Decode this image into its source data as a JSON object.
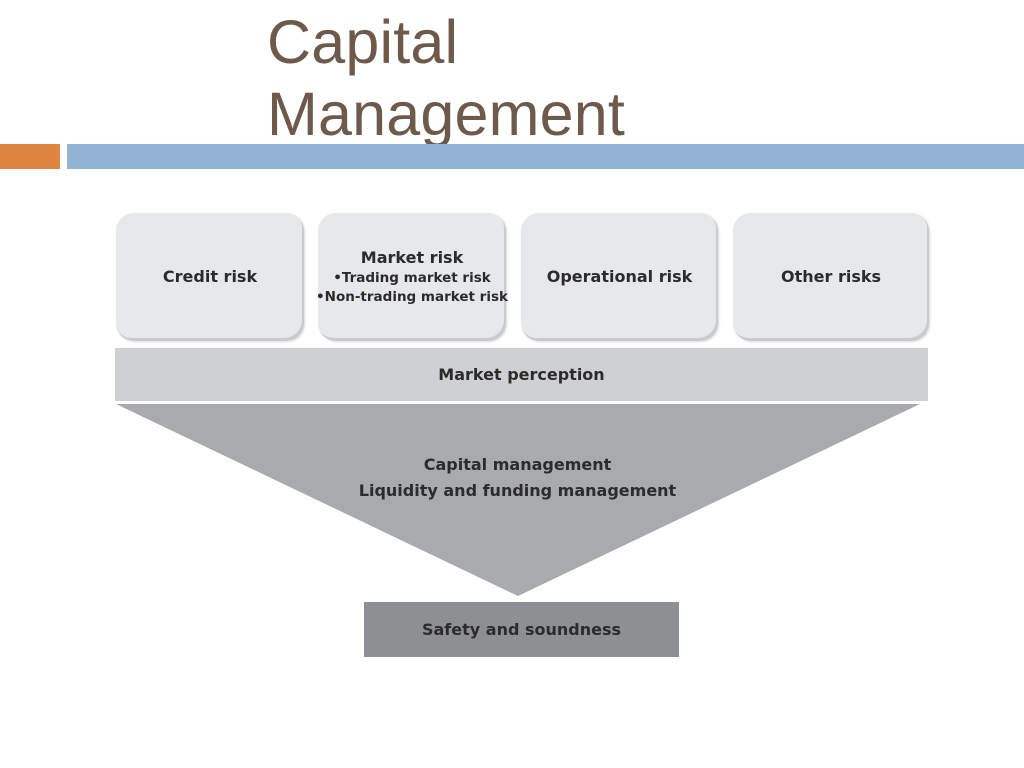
{
  "slide": {
    "title_line1": "Capital",
    "title_line2": "Management"
  },
  "colors": {
    "title": "#6d5a4a",
    "accent_orange": "#df8542",
    "accent_blue": "#92b5d5",
    "risk_box": "#e7e8ea",
    "perception_band": "#cfd0d2",
    "funnel": "#a9aaad",
    "safety_box": "#8e8f92"
  },
  "diagram": {
    "risks": {
      "credit": "Credit risk",
      "market": "Market risk",
      "market_sub1": "•Trading market risk",
      "market_sub2": "•Non-trading market risk",
      "operational": "Operational risk",
      "other": "Other risks"
    },
    "perception": "Market perception",
    "funnel_line1": "Capital management",
    "funnel_line2": "Liquidity and funding management",
    "outcome": "Safety and soundness"
  }
}
